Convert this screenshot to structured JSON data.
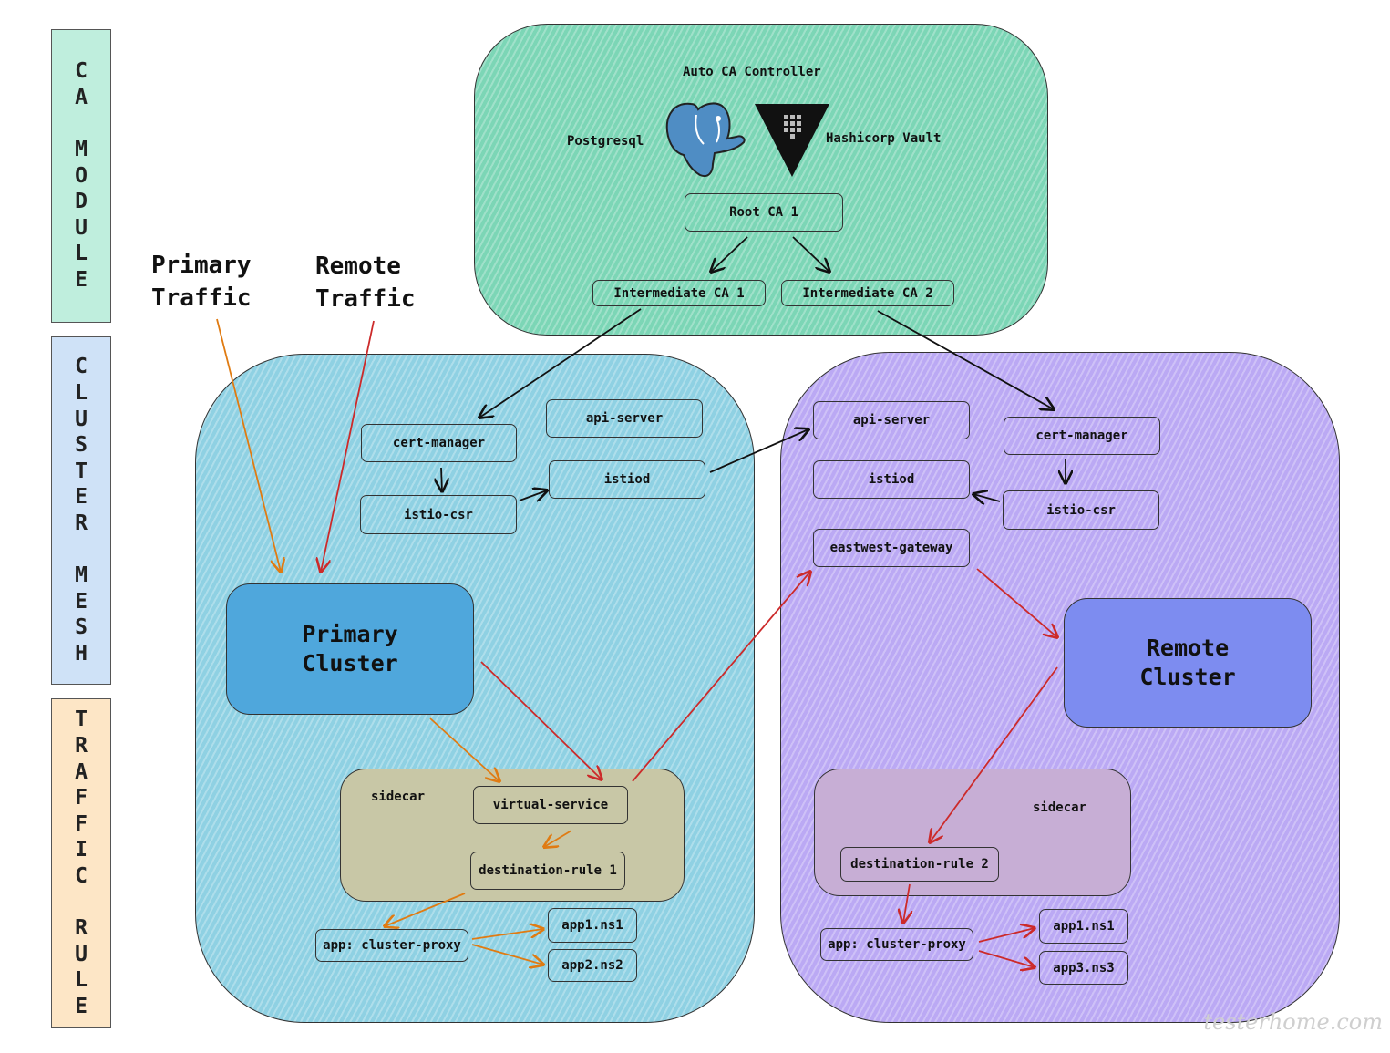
{
  "bands": {
    "ca": [
      "C",
      "A",
      "",
      "M",
      "O",
      "D",
      "U",
      "L",
      "E"
    ],
    "mesh": [
      "C",
      "L",
      "U",
      "S",
      "T",
      "E",
      "R",
      "",
      "M",
      "E",
      "S",
      "H"
    ],
    "traffic": [
      "T",
      "R",
      "A",
      "F",
      "F",
      "I",
      "C",
      "",
      "R",
      "U",
      "L",
      "E"
    ]
  },
  "traffic_labels": {
    "primary": [
      "Primary",
      "Traffic"
    ],
    "remote": [
      "Remote",
      "Traffic"
    ]
  },
  "ca_module": {
    "title": "Auto CA Controller",
    "postgres": "Postgresql",
    "vault": "Hashicorp Vault",
    "root": "Root CA 1",
    "intermediate_1": "Intermediate CA 1",
    "intermediate_2": "Intermediate CA 2",
    "colors": {
      "region": "#7cd6b6"
    }
  },
  "primary": {
    "cert_manager": "cert-manager",
    "api_server": "api-server",
    "istiod": "istiod",
    "istio_csr": "istio-csr",
    "cluster": [
      "Primary",
      "Cluster"
    ],
    "sidecar": "sidecar",
    "virtual_service": "virtual-service",
    "destination_rule": "destination-rule 1",
    "proxy": "app: cluster-proxy",
    "app1": "app1.ns1",
    "app2": "app2.ns2",
    "colors": {
      "region": "#8fd1e3",
      "cluster": "#4fa7dc",
      "traffic": "#e07b12"
    }
  },
  "remote": {
    "api_server": "api-server",
    "istiod": "istiod",
    "cert_manager": "cert-manager",
    "istio_csr": "istio-csr",
    "eastwest": "eastwest-gateway",
    "cluster": [
      "Remote",
      "Cluster"
    ],
    "sidecar": "sidecar",
    "destination_rule": "destination-rule 2",
    "proxy": "app: cluster-proxy",
    "app1": "app1.ns1",
    "app3": "app3.ns3",
    "colors": {
      "region": "#bba9f4",
      "cluster": "#7d8cf0",
      "traffic": "#cc2a2a"
    }
  },
  "watermark": "testerhome.com"
}
